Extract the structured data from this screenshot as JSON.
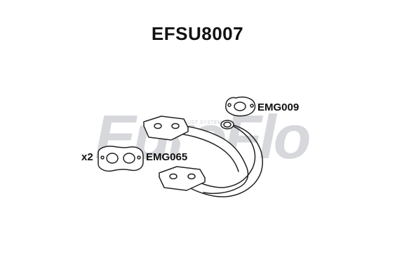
{
  "title": "EFSU8007",
  "watermark": {
    "brand": "EuroFlo",
    "tagline": "EXHAUST SYSTEMS"
  },
  "parts": [
    {
      "code": "EMG009",
      "qty": ""
    },
    {
      "code": "EMG065",
      "qty": "x2"
    }
  ],
  "colors": {
    "line": "#222222",
    "watermark": "#c9ccd1",
    "accent": "#e8b4b4"
  }
}
